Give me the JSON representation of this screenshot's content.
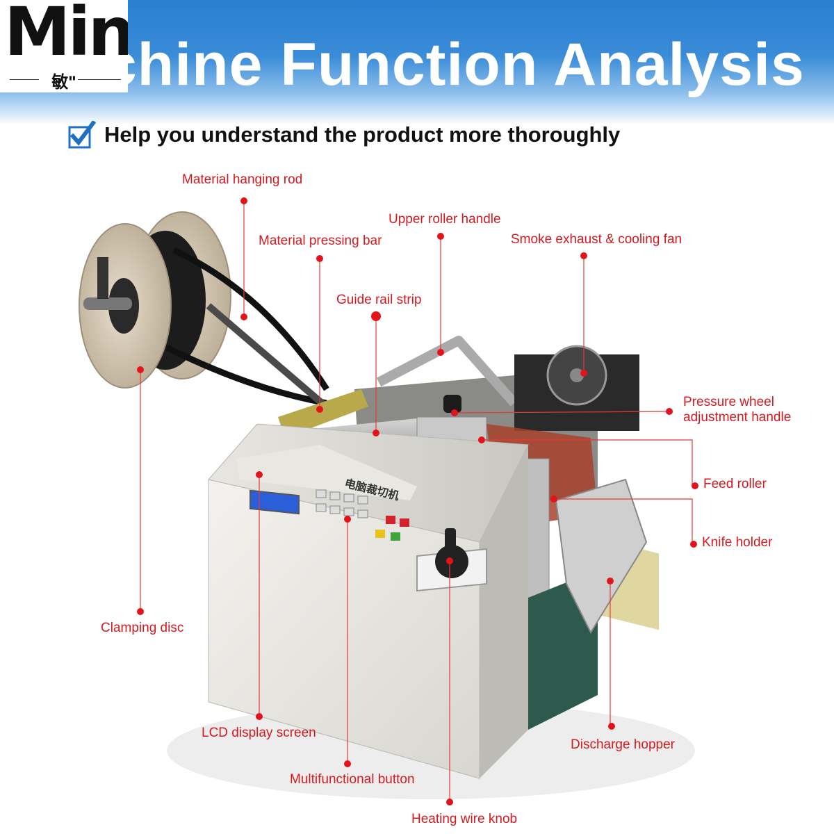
{
  "header": {
    "title": "achine Function Analysis",
    "subtitle": "Help you understand the product more thoroughly"
  },
  "logo": {
    "main": "Min",
    "sub": "敏\""
  },
  "machine_panel_text": "电脑裁切机",
  "colors": {
    "header_blue": "#2a7fd0",
    "callout_red": "#d4191f",
    "check_blue": "#1f6fc4"
  },
  "callouts": [
    {
      "id": "material-hanging-rod",
      "label": "Material hanging rod"
    },
    {
      "id": "material-pressing-bar",
      "label": "Material pressing bar"
    },
    {
      "id": "upper-roller-handle",
      "label": "Upper roller handle"
    },
    {
      "id": "smoke-exhaust-fan",
      "label": "Smoke exhaust & cooling fan"
    },
    {
      "id": "guide-rail-strip",
      "label": "Guide rail strip"
    },
    {
      "id": "pressure-wheel-handle",
      "label": "Pressure wheel\nadjustment handle"
    },
    {
      "id": "feed-roller",
      "label": "Feed roller"
    },
    {
      "id": "knife-holder",
      "label": "Knife holder"
    },
    {
      "id": "clamping-disc",
      "label": "Clamping disc"
    },
    {
      "id": "lcd-display-screen",
      "label": "LCD display screen"
    },
    {
      "id": "discharge-hopper",
      "label": "Discharge hopper"
    },
    {
      "id": "multifunctional-button",
      "label": "Multifunctional button"
    },
    {
      "id": "heating-wire-knob",
      "label": "Heating wire knob"
    }
  ]
}
